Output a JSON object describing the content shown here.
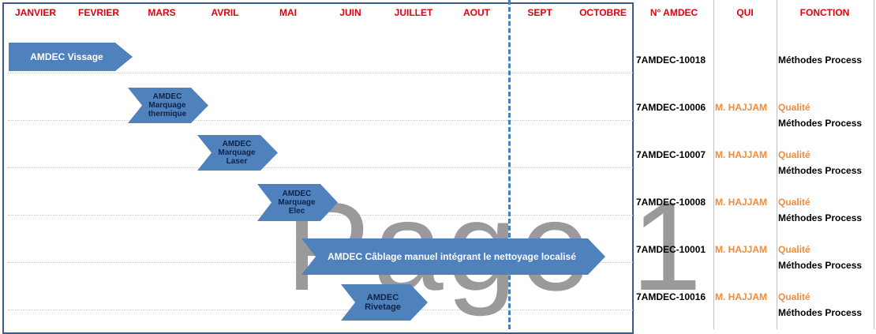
{
  "months": [
    "JANVIER",
    "FEVRIER",
    "MARS",
    "AVRIL",
    "MAI",
    "JUIN",
    "JUILLET",
    "AOUT",
    "SEPT",
    "OCTOBRE"
  ],
  "headers": {
    "amdec": "N° AMDEC",
    "qui": "QUI",
    "fonction": "FONCTION"
  },
  "watermark": "Page 1",
  "colors": {
    "month_text": "#e3000f",
    "task_fill": "#4f81bd",
    "today_line": "#4a7ebb",
    "qui_text": "#f08c3c"
  },
  "tasks": [
    {
      "label": "AMDEC Vissage"
    },
    {
      "label": "AMDEC Marquage thermique"
    },
    {
      "label": "AMDEC Marquage Laser"
    },
    {
      "label": "AMDEC Marquage Elec"
    },
    {
      "label": "AMDEC Câblage manuel intégrant le nettoyage localisé"
    },
    {
      "label": "AMDEC Rivetage"
    }
  ],
  "rows": [
    {
      "amdec": "7AMDEC-10018",
      "qui": "",
      "qualite": "",
      "methodes": "Méthodes Process"
    },
    {
      "amdec": "7AMDEC-10006",
      "qui": "M. HAJJAM",
      "qualite": "Qualité",
      "methodes": "Méthodes Process"
    },
    {
      "amdec": "7AMDEC-10007",
      "qui": "M. HAJJAM",
      "qualite": "Qualité",
      "methodes": "Méthodes Process"
    },
    {
      "amdec": "7AMDEC-10008",
      "qui": "M. HAJJAM",
      "qualite": "Qualité",
      "methodes": "Méthodes Process"
    },
    {
      "amdec": "7AMDEC-10001",
      "qui": "M. HAJJAM",
      "qualite": "Qualité",
      "methodes": "Méthodes Process"
    },
    {
      "amdec": "7AMDEC-10016",
      "qui": "M. HAJJAM",
      "qualite": "Qualité",
      "methodes": "Méthodes Process"
    }
  ]
}
